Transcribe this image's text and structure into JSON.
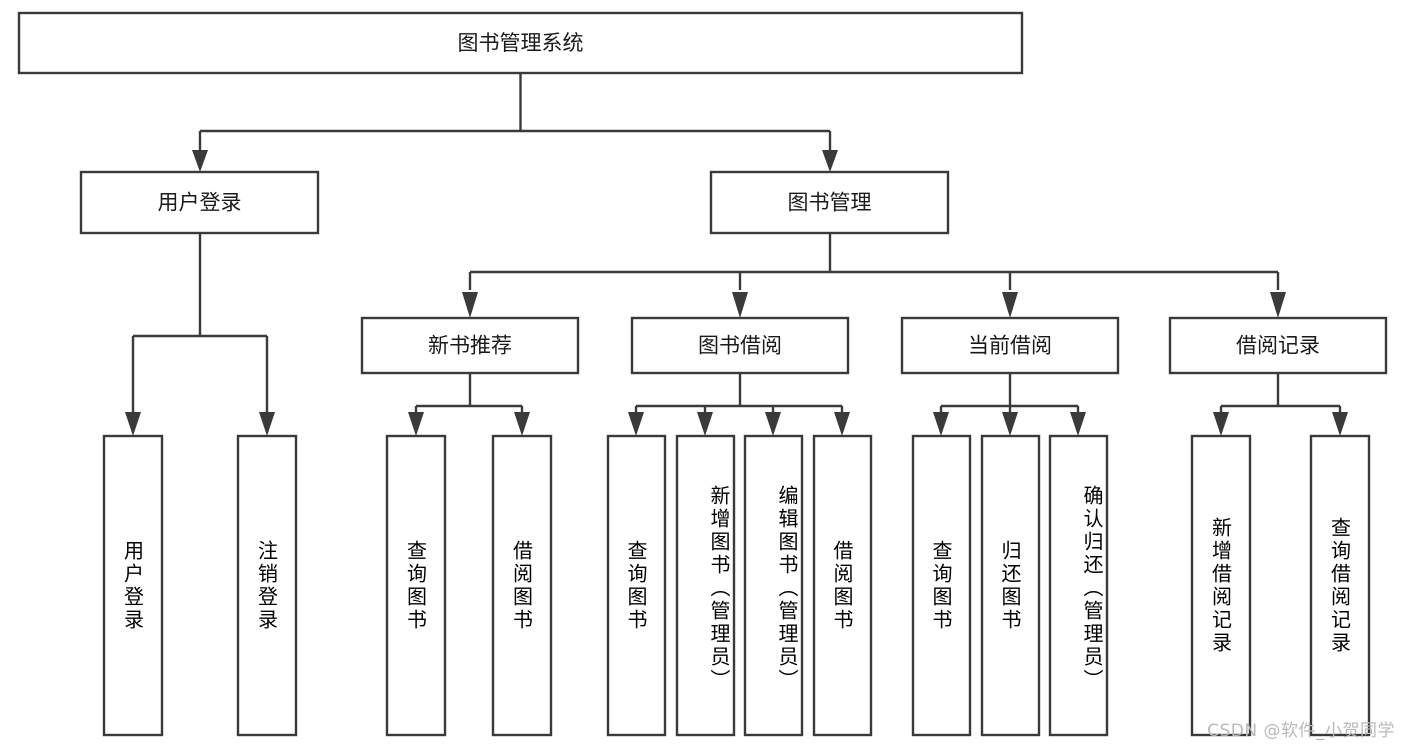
{
  "diagram": {
    "type": "tree",
    "title": "图书管理系统",
    "orientation": "top-down",
    "colors": {
      "stroke": "#3a3a3a",
      "box_fill": "#ffffff",
      "text": "#1a1a1a",
      "background": "#ffffff",
      "watermark": "#b9b9b9"
    },
    "root": {
      "label": "图书管理系统"
    },
    "level1": [
      {
        "label": "用户登录"
      },
      {
        "label": "图书管理"
      }
    ],
    "level2": [
      {
        "label": "新书推荐"
      },
      {
        "label": "图书借阅"
      },
      {
        "label": "当前借阅"
      },
      {
        "label": "借阅记录"
      }
    ],
    "leaves": {
      "user_login": [
        {
          "label": "用户登录"
        },
        {
          "label": "注销登录"
        }
      ],
      "new_book_recommend": [
        {
          "label": "查询图书"
        },
        {
          "label": "借阅图书"
        }
      ],
      "book_borrow": [
        {
          "label": "查询图书"
        },
        {
          "label": "新增图书（管理员）"
        },
        {
          "label": "编辑图书（管理员）"
        },
        {
          "label": "借阅图书"
        }
      ],
      "current_borrow": [
        {
          "label": "查询图书"
        },
        {
          "label": "归还图书"
        },
        {
          "label": "确认归还（管理员）"
        }
      ],
      "borrow_records": [
        {
          "label": "新增借阅记录"
        },
        {
          "label": "查询借阅记录"
        }
      ]
    }
  },
  "watermark": {
    "text": "CSDN @软件_小贺同学"
  }
}
